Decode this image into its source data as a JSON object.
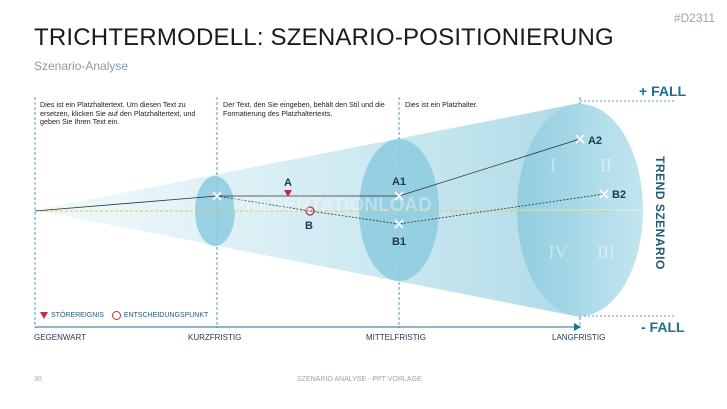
{
  "code": "#D2311",
  "title": "TRICHTERMODELL:  SZENARIO-POSITIONIERUNG",
  "subtitle": "Szenario-Analyse",
  "notes": [
    "Dies ist ein Platzhaltertext. Um diesen Text zu ersetzen, klicken Sie auf den Platzhaltertext, und geben Sie Ihren Text ein.",
    "Der Text, den Sie eingeben, behält den Stil und die Formatierung des Platzhaltertexts.",
    "Dies ist ein Platzhalter."
  ],
  "plus_fall": "+ FALL",
  "minus_fall": "- FALL",
  "trend_label": "TREND SZENARIO",
  "axis": [
    "GEGENWART",
    "KURZFRISTIG",
    "MITTELFRISTIG",
    "LANGFRISTIG"
  ],
  "points": {
    "a": "A",
    "b": "B",
    "a1": "A1",
    "b1": "B1",
    "a2": "A2",
    "b2": "B2"
  },
  "quadrants": [
    "I",
    "II",
    "III",
    "IV"
  ],
  "legend": {
    "event": "STÖREREIGNIS",
    "decision": "ENTSCHEIDUNGSPUNKT"
  },
  "watermark": "PRESENTATIONLOAD",
  "footer": {
    "page": "30",
    "center": "SZENARIO ANALYSE - PPT  VORLAGE"
  },
  "colors": {
    "accent": "#1f6f92",
    "funnel": "#a9d8e6",
    "ellipse": "#7fc4da",
    "event": "#c0303b",
    "midline": "#e0c74a"
  }
}
